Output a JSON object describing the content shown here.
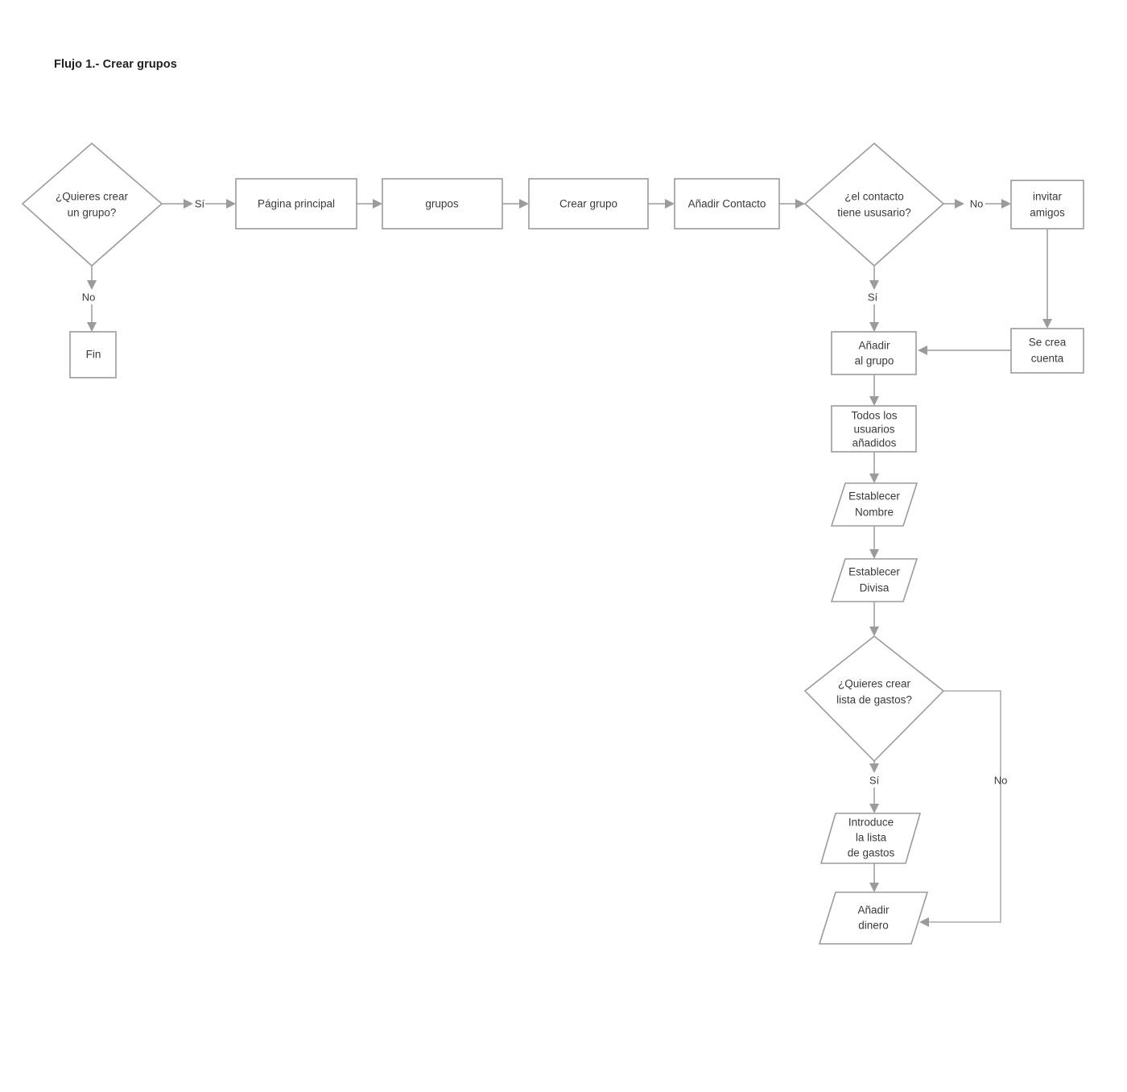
{
  "title": "Flujo 1.- Crear grupos",
  "colors": {
    "background": "#ffffff",
    "shape_stroke": "#9b9b9b",
    "shape_fill": "#ffffff",
    "text": "#3a3a3a",
    "title_text": "#1f1f1f"
  },
  "nodes": {
    "decision_create_group": {
      "line1": "¿Quieres crear",
      "line2": "un grupo?",
      "shape": "diamond"
    },
    "end": {
      "line1": "Fin",
      "shape": "rectangle"
    },
    "main_page": {
      "line1": "Página principal",
      "shape": "rectangle"
    },
    "groups": {
      "line1": "grupos",
      "shape": "rectangle"
    },
    "create_group": {
      "line1": "Crear grupo",
      "shape": "rectangle"
    },
    "add_contact": {
      "line1": "Añadir Contacto",
      "shape": "rectangle"
    },
    "decision_contact_has_user": {
      "line1": "¿el contacto",
      "line2": "tiene ususario?",
      "shape": "diamond"
    },
    "invite_friends": {
      "line1": "invitar",
      "line2": "amigos",
      "shape": "rectangle"
    },
    "account_created": {
      "line1": "Se crea",
      "line2": "cuenta",
      "shape": "rectangle"
    },
    "add_to_group": {
      "line1": "Añadir",
      "line2": "al grupo",
      "shape": "rectangle"
    },
    "all_users_added": {
      "line1": "Todos los",
      "line2": "usuarios",
      "line3": "añadidos",
      "shape": "rectangle"
    },
    "set_name": {
      "line1": "Establecer",
      "line2": "Nombre",
      "shape": "parallelogram"
    },
    "set_currency": {
      "line1": "Establecer",
      "line2": "Divisa",
      "shape": "parallelogram"
    },
    "decision_expense_list": {
      "line1": "¿Quieres crear",
      "line2": "lista de gastos?",
      "shape": "diamond"
    },
    "enter_expense_list": {
      "line1": "Introduce",
      "line2": "la lista",
      "line3": "de gastos",
      "shape": "parallelogram"
    },
    "add_money": {
      "line1": "Añadir",
      "line2": "dinero",
      "shape": "parallelogram"
    }
  },
  "edge_labels": {
    "create_group_yes": "Sí",
    "create_group_no": "No",
    "contact_has_user_no": "No",
    "contact_has_user_yes": "Sí",
    "expense_list_yes": "Sí",
    "expense_list_no": "No"
  }
}
